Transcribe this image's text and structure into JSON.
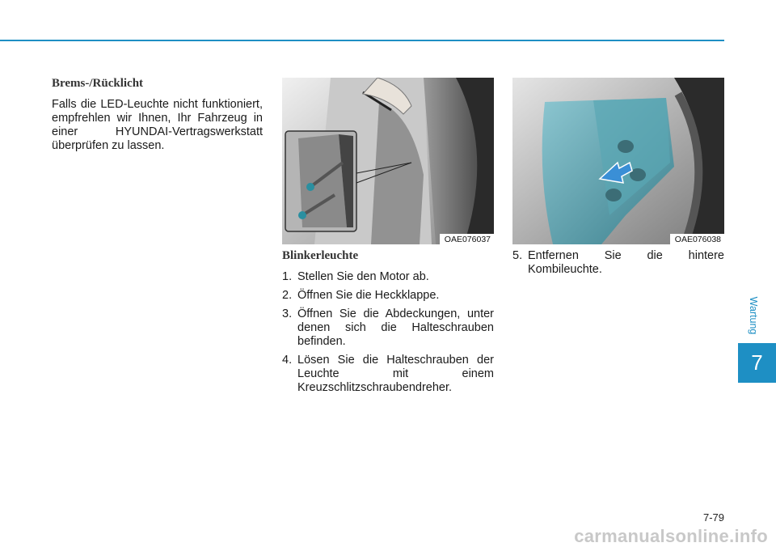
{
  "header": {
    "accent": "#1e8fc4"
  },
  "section_left": {
    "heading": "Brems-/Rücklicht",
    "body": "Falls die LED-Leuchte nicht funktioniert, empfrehlen wir Ihnen, Ihr Fahrzeug in einer HYUNDAI-Vertragswerkstatt überprüfen zu lassen."
  },
  "figure1": {
    "code": "OAE076037",
    "icon": "screwdriver-tail-lamp-illustration"
  },
  "figure2": {
    "code": "OAE076038",
    "icon": "tail-lamp-removal-arrow-illustration"
  },
  "section_mid": {
    "heading": "Blinkerleuchte",
    "steps": [
      {
        "num": "1.",
        "text": "Stellen Sie den Motor ab."
      },
      {
        "num": "2.",
        "text": "Öffnen Sie die Heckklappe."
      },
      {
        "num": "3.",
        "text": "Öffnen Sie die Abdeckungen, unter denen sich die Halteschrauben befinden."
      },
      {
        "num": "4.",
        "text": "Lösen Sie die Halteschrauben der Leuchte mit einem Kreuzschlitzschraubendreher."
      }
    ]
  },
  "section_right": {
    "steps": [
      {
        "num": "5.",
        "text": "Entfernen Sie die hintere Kombileuchte."
      }
    ]
  },
  "side": {
    "label": "Wartung",
    "chapter": "7"
  },
  "footer": {
    "page": "7-79",
    "watermark": "carmanualsonline.info"
  }
}
